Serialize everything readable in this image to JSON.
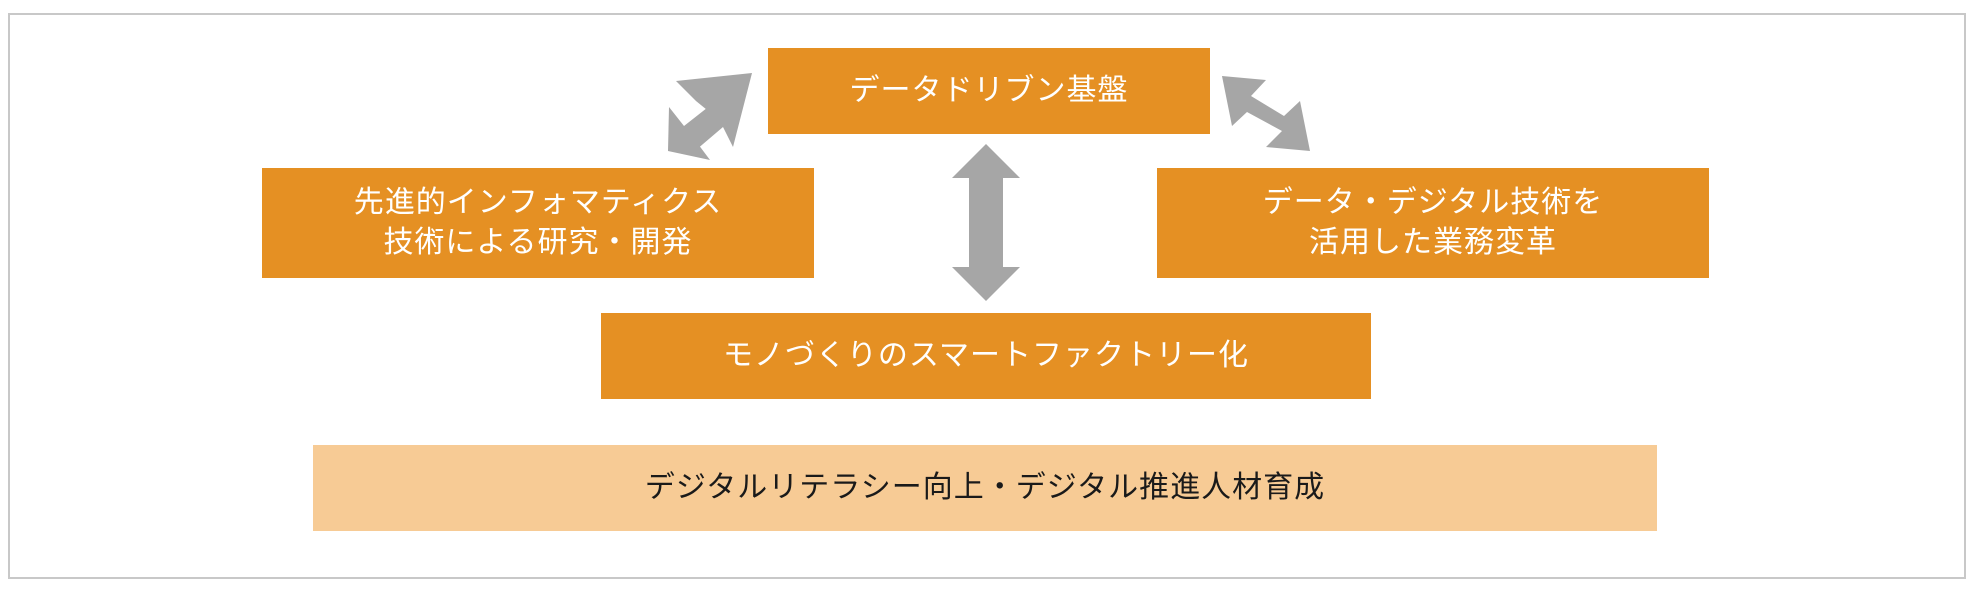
{
  "diagram": {
    "top_box": "データドリブン基盤",
    "left_box": "先進的インフォマティクス\n技術による研究・開発",
    "right_box": "データ・デジタル技術を\n活用した業務変革",
    "middle_box": "モノづくりのスマートファクトリー化",
    "bottom_box": "デジタルリテラシー向上・デジタル推進人材育成"
  },
  "colors": {
    "box_dark": "#e59023",
    "box_light": "#f7cb95",
    "arrow": "#a6a6a6",
    "frame_border": "#c8c8c8"
  }
}
